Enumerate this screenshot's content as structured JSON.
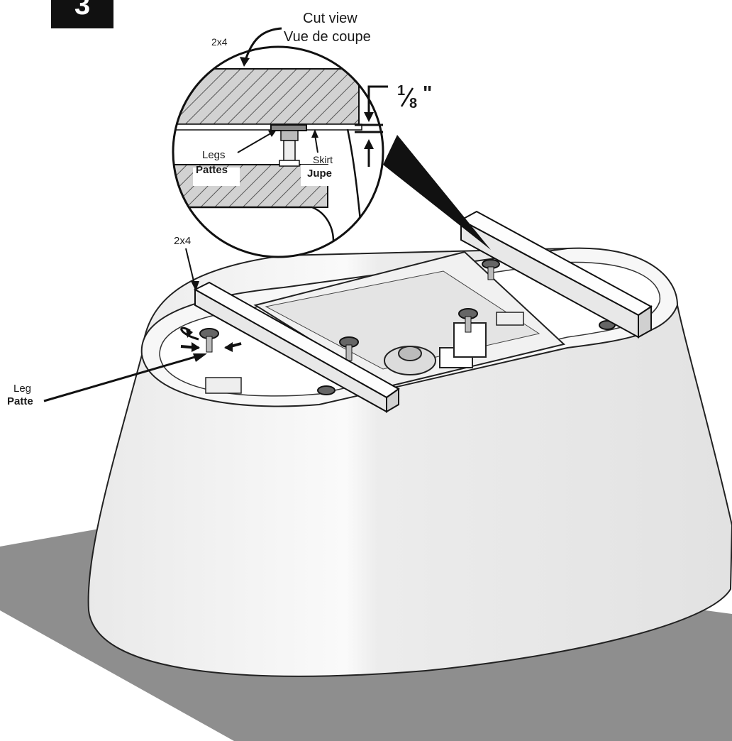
{
  "step": {
    "number": "3"
  },
  "callout": {
    "title_en": "Cut view",
    "title_fr": "Vue de coupe",
    "board_label": "2x4",
    "legs_en": "Legs",
    "legs_fr": "Pattes",
    "skirt_en": "Skirt",
    "skirt_fr": "Jupe",
    "gap_whole": "1",
    "gap_num": "8",
    "gap_unit": "\""
  },
  "main": {
    "board_label": "2x4",
    "leg_en": "Leg",
    "leg_fr": "Patte"
  },
  "colors": {
    "shadow": "#8e8e8e",
    "tub": "#f4f4f4",
    "hatch_board": "#cfcfcf",
    "black": "#111111"
  }
}
